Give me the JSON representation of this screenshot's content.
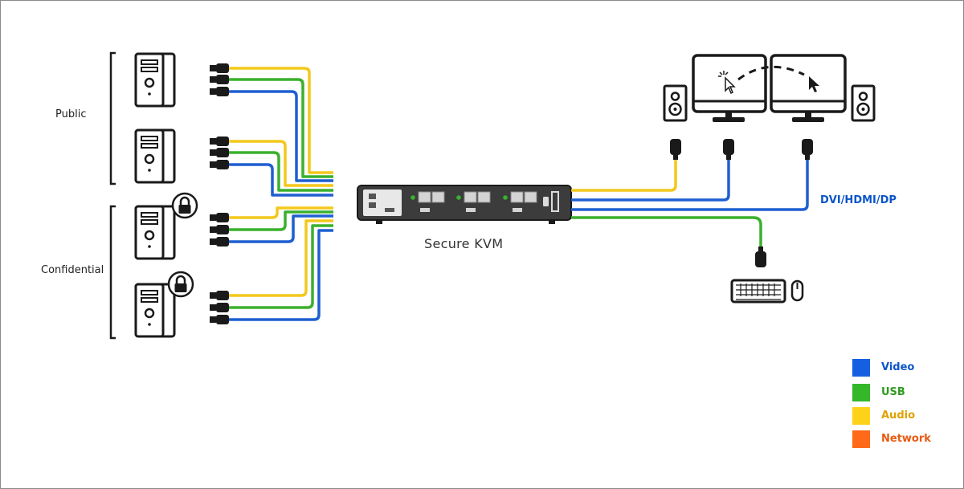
{
  "diagram": {
    "groups": [
      {
        "label": "Public",
        "icon": "lock-free"
      },
      {
        "label": "Confidential",
        "icon": "padlock-icon"
      }
    ],
    "device_label": "Secure KVM",
    "video_connector_label": "DVI/HDMI/DP",
    "colors": {
      "video": "#1e5fd1",
      "usb": "#3ab02d",
      "audio": "#f3c81c",
      "network": "#f36c1a"
    }
  },
  "legend": {
    "items": [
      {
        "label": "Video",
        "color": "#1560e0",
        "text_color": "#0a55c8"
      },
      {
        "label": "USB",
        "color": "#35b72a",
        "text_color": "#2f9a20"
      },
      {
        "label": "Audio",
        "color": "#ffd21a",
        "text_color": "#e0a000"
      },
      {
        "label": "Network",
        "color": "#ff6a1a",
        "text_color": "#e85a10"
      }
    ]
  }
}
